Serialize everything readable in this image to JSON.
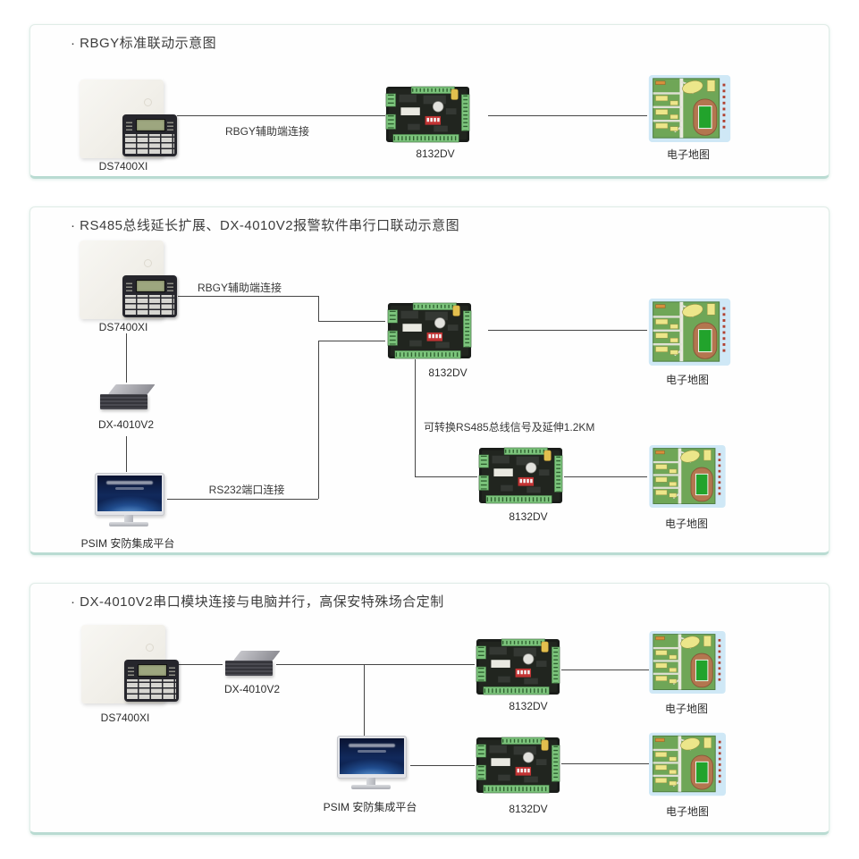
{
  "panels": [
    {
      "title": "· RBGY标准联动示意图"
    },
    {
      "title": "· RS485总线延长扩展、DX-4010V2报警软件串行口联动示意图"
    },
    {
      "title": "· DX-4010V2串口模块连接与电脑并行，高保安特殊场合定制"
    }
  ],
  "labels": {
    "ds7400xi": "DS7400XI",
    "dx4010v2": "DX-4010V2",
    "board_8132dv": "8132DV",
    "electronic_map": "电子地图",
    "psim_platform": "PSIM 安防集成平台"
  },
  "connections": {
    "rbgy": "RBGY辅助端连接",
    "rs232": "RS232端口连接",
    "rs485_note": "可转换RS485总线信号及延伸1.2KM"
  },
  "colors": {
    "panel_border": "#e0ece7",
    "panel_border_bottom": "#b9dbd2",
    "line": "#454545",
    "map_background": "#cfe8f6",
    "terminal_green": "#7cc47c",
    "dip_red": "#c23333"
  }
}
